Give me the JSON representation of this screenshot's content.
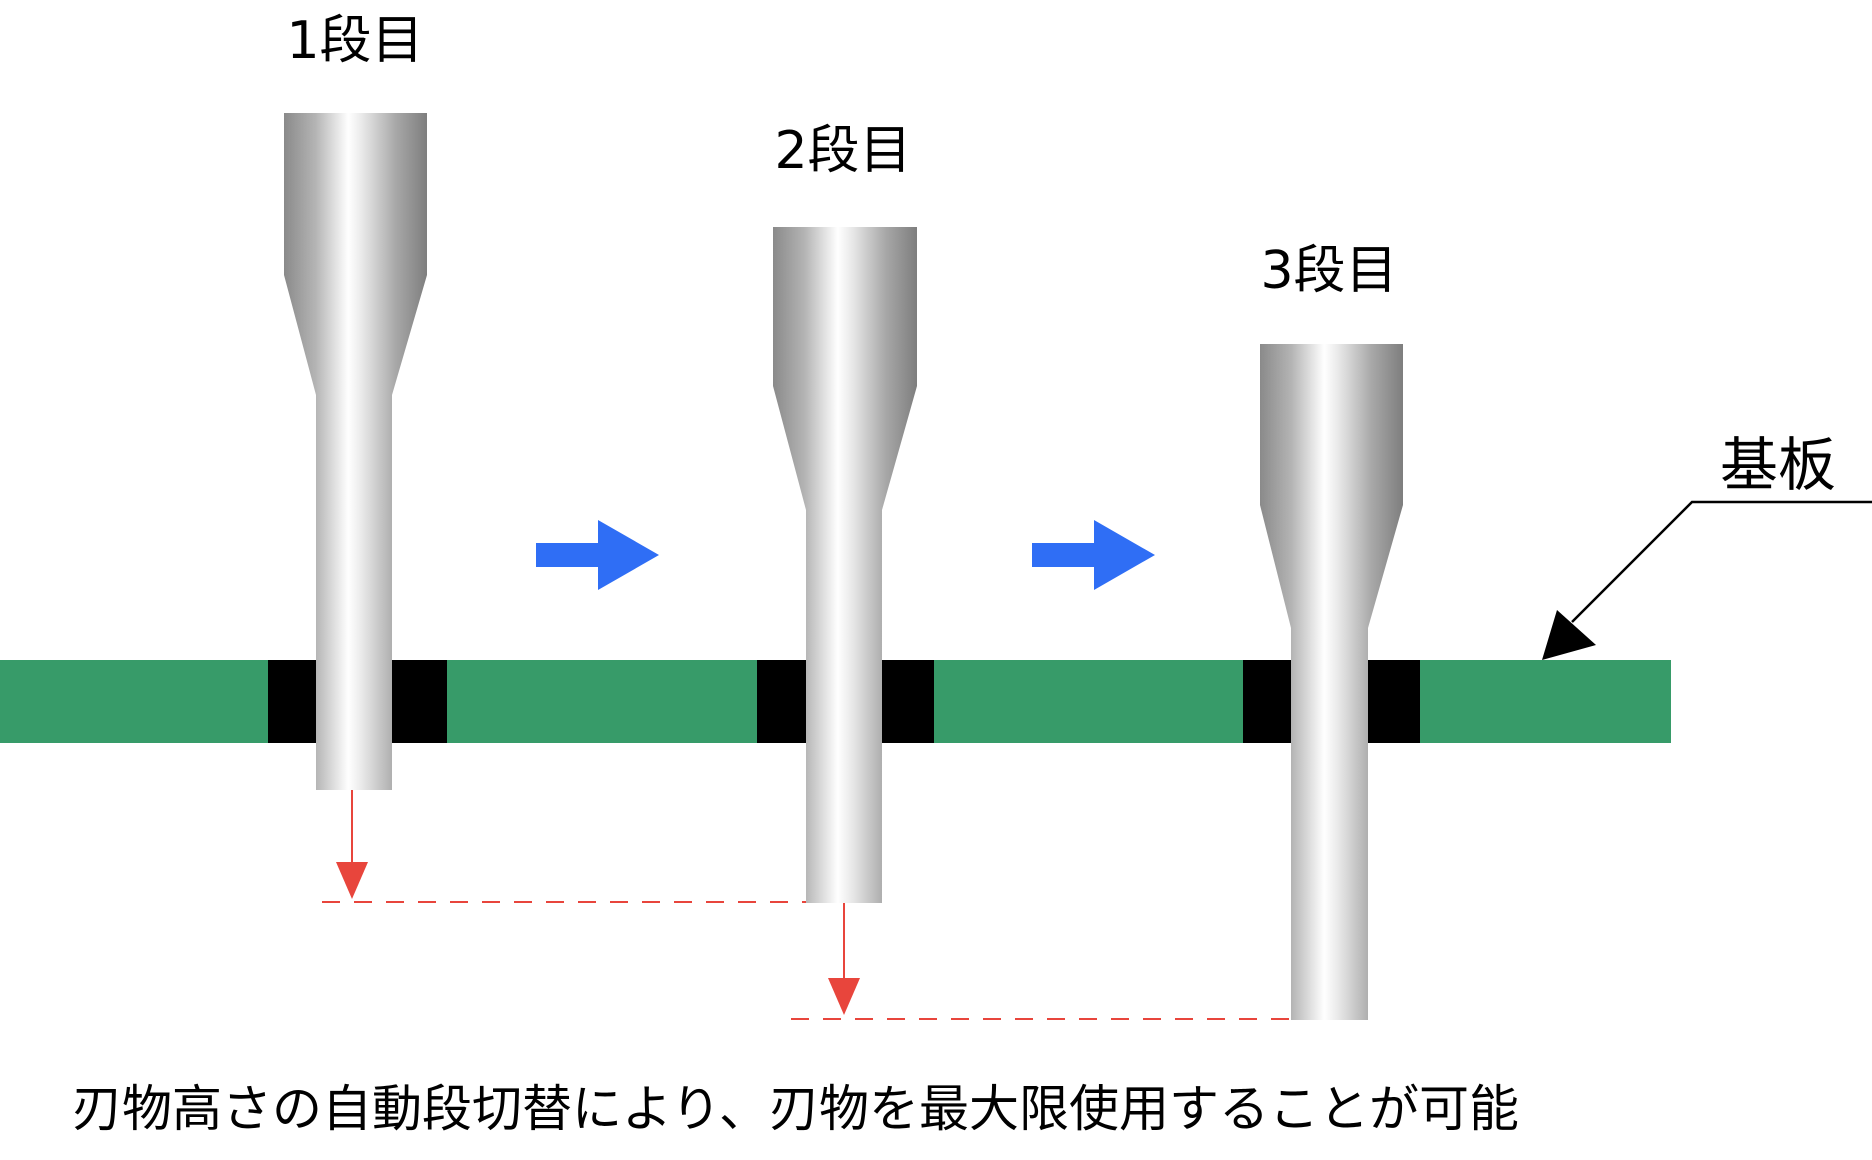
{
  "stages": [
    {
      "label": "1段目"
    },
    {
      "label": "2段目"
    },
    {
      "label": "3段目"
    }
  ],
  "substrate_label": "基板",
  "caption": "刃物高さの自動段切替により、刃物を最大限使用することが可能",
  "colors": {
    "substrate": "#379b69",
    "hole": "#000000",
    "arrow_step": "#2f6ef5",
    "feed_marker": "#e8453c",
    "leader_line": "#000000"
  },
  "icons": {
    "step_arrow": "right-arrow-icon",
    "feed_arrow": "down-arrow-icon"
  }
}
